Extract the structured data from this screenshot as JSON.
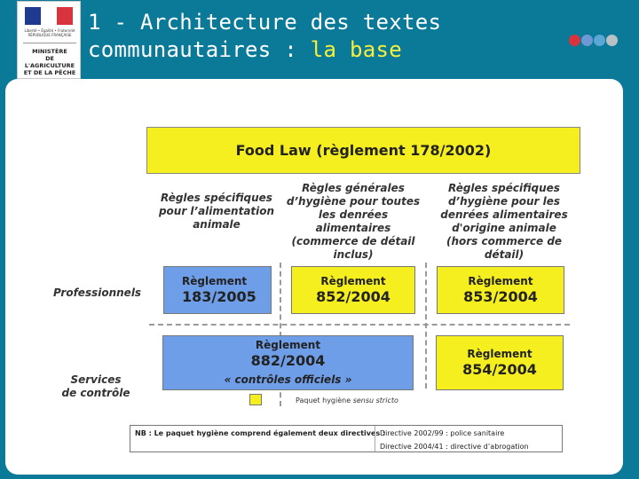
{
  "header": {
    "logo": {
      "motto": "Liberté • Égalité • Fraternité",
      "country": "RÉPUBLIQUE FRANÇAISE",
      "ministry_line1": "MINISTÈRE",
      "ministry_line2": "DE L'AGRICULTURE",
      "ministry_line3": "ET DE LA PÊCHE"
    },
    "title_line1": "1 - Architecture des textes",
    "title_line2_a": "communautaires : ",
    "title_line2_b": "la base",
    "colors": {
      "background": "#0b7a99",
      "title": "#ffffff",
      "highlight": "#f6ef3b"
    },
    "dots": [
      "#d8343d",
      "#6d9ad4",
      "#5aa7d6",
      "#b9c0c6"
    ]
  },
  "diagram": {
    "food_law": "Food Law (règlement 178/2002)",
    "column_heads": [
      {
        "line1": "Règles spécifiques",
        "line2": "pour l’alimentation",
        "line3": "animale"
      },
      {
        "line1": "Règles générales",
        "line2": "d’hygiène pour toutes",
        "line3": "les denrées",
        "line4": "alimentaires",
        "line5": "(commerce de détail",
        "line6": "inclus)"
      },
      {
        "line1": "Règles spécifiques",
        "line2": "d’hygiène pour les",
        "line3": "denrées alimentaires",
        "line4": "d'origine animale",
        "line5": "(hors commerce de",
        "line6": "détail)"
      }
    ],
    "row_labels": {
      "professionals": "Professionnels",
      "control_line1": "Services",
      "control_line2": "de contrôle"
    },
    "regs": {
      "r183": {
        "l1": "Règlement",
        "l2": "183/2005"
      },
      "r852": {
        "l1": "Règlement",
        "l2": "852/2004"
      },
      "r853": {
        "l1": "Règlement",
        "l2": "853/2004"
      },
      "r882": {
        "l1": "Règlement",
        "l2": "882/2004",
        "l3": "« contrôles officiels »"
      },
      "r854": {
        "l1": "Règlement",
        "l2": "854/2004"
      }
    },
    "legend": {
      "text_a": "Paquet hygiène ",
      "text_b": "sensu stricto"
    },
    "nb": {
      "left": "NB : Le paquet hygiène comprend également deux directives :",
      "dir1": "Directive 2002/99 : police sanitaire",
      "dir2": "Directive 2004/41 : directive d’abrogation"
    },
    "colors": {
      "yellow": "#f6ef1f",
      "blue": "#6f9ee8"
    }
  }
}
